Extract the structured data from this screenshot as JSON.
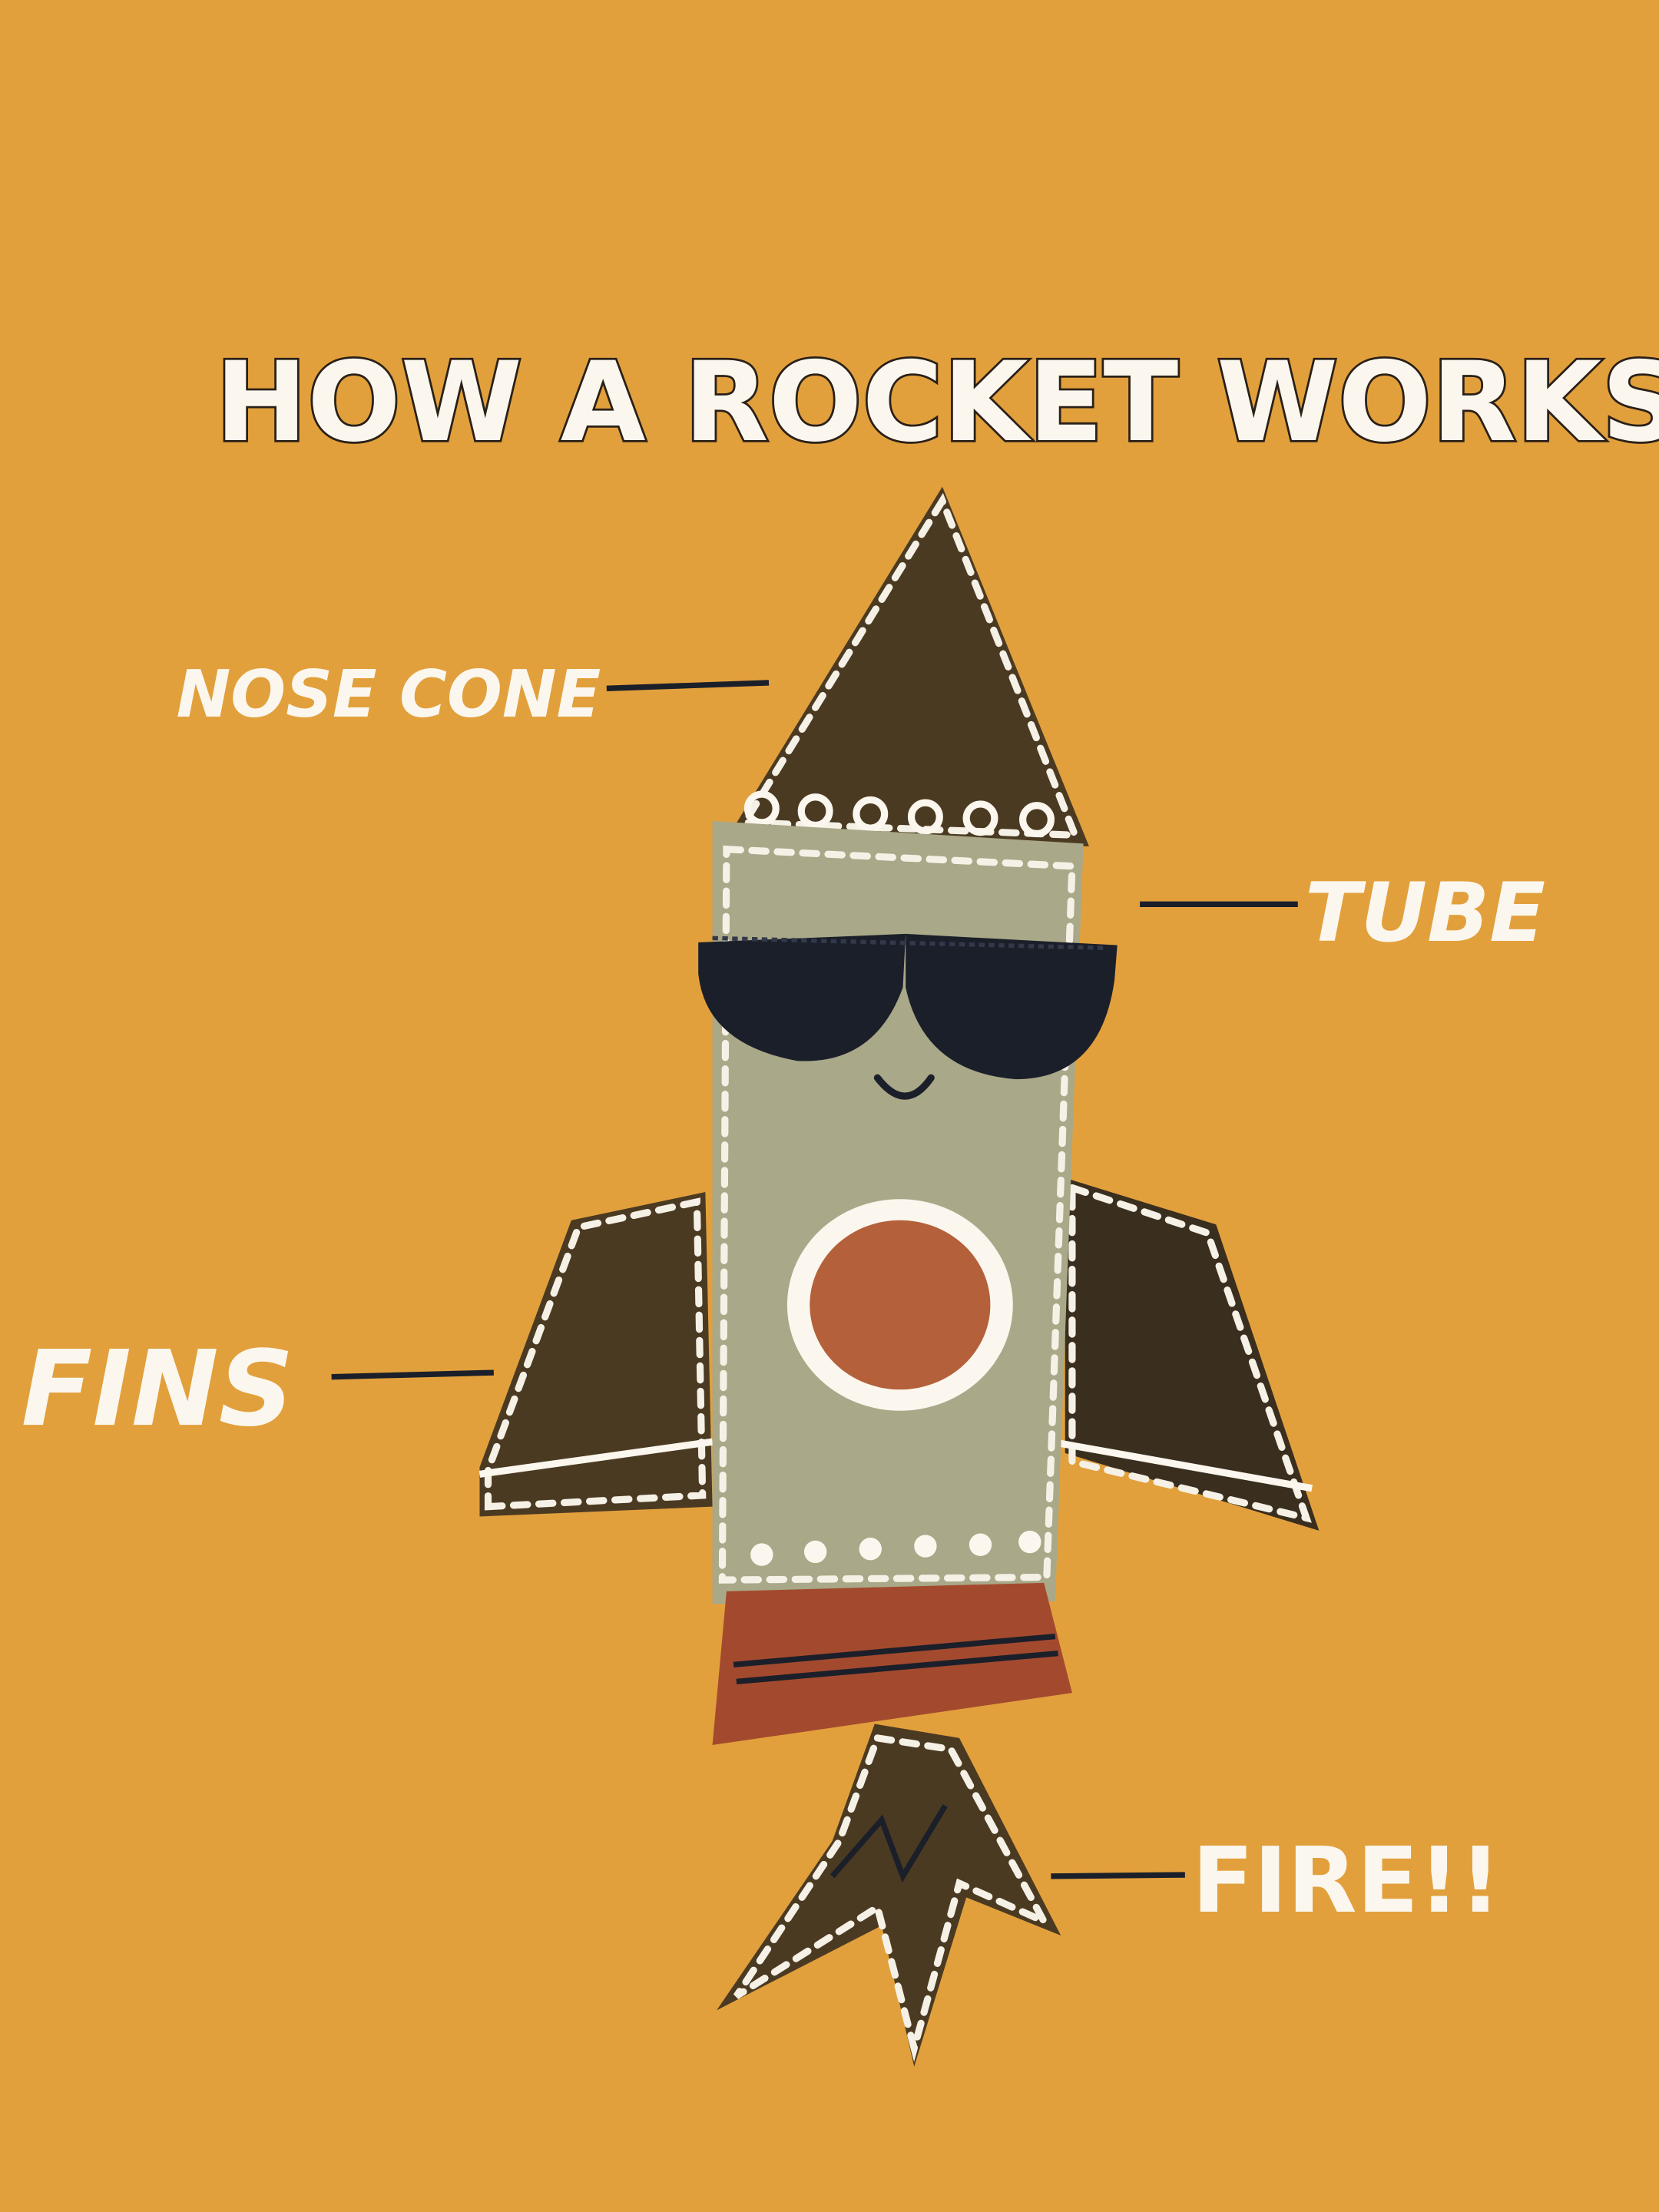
{
  "title": "HOW A ROCKET WORKS",
  "labels": {
    "nose_cone": "NOSE CONE",
    "tube": "TUBE",
    "fins": "FINS",
    "fire": "FIRE!!"
  },
  "colors": {
    "fabric": "#E2A03C",
    "dark_brown": "#4b3a22",
    "khaki": "#a9a888",
    "navy": "#1b1f2a",
    "rust": "#b4603a",
    "nozzle": "#a34a2e",
    "white": "#fbf7ee"
  }
}
